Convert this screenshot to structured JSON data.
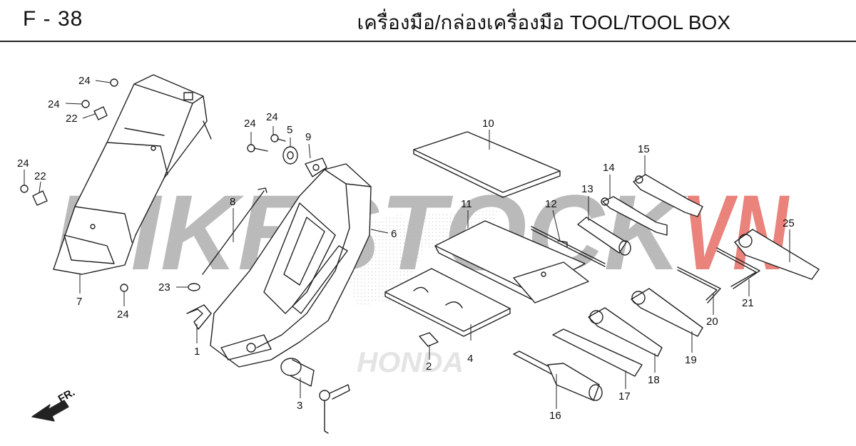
{
  "header": {
    "page_code": "F - 38",
    "title": "เครื่องมือ/กล่องเครื่องมือ  TOOL/TOOL BOX"
  },
  "watermark": {
    "part1": "BIKESTOCK",
    "part2": "VN",
    "brand": "HONDA"
  },
  "direction_label": "FR.",
  "callouts": [
    "24",
    "24",
    "22",
    "24",
    "22",
    "7",
    "24",
    "8",
    "23",
    "1",
    "24",
    "24",
    "5",
    "9",
    "6",
    "3",
    "10",
    "11",
    "4",
    "2",
    "12",
    "13",
    "14",
    "15",
    "25",
    "21",
    "20",
    "19",
    "18",
    "17",
    "16"
  ],
  "colors": {
    "line": "#222222",
    "watermark_gray": "#9a9a9a",
    "watermark_red": "#e0443a"
  }
}
